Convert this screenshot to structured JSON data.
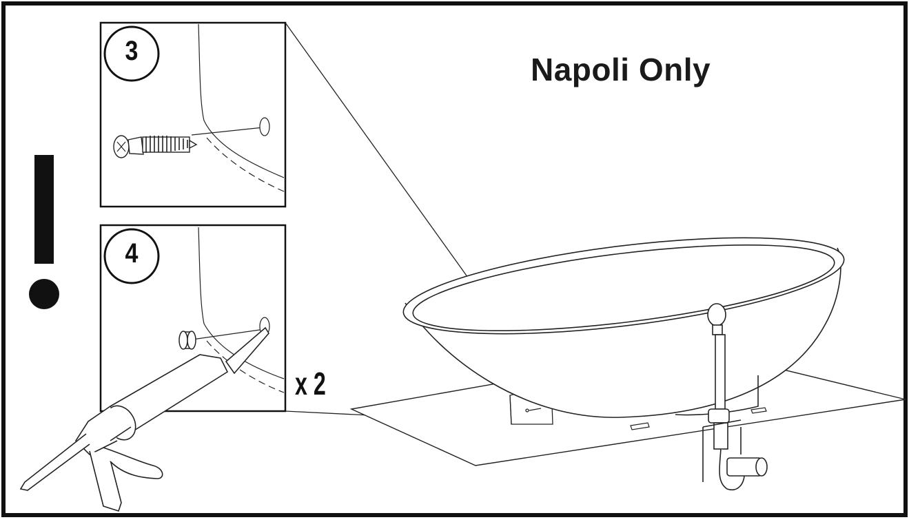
{
  "title": "Napoli Only",
  "steps": [
    {
      "number": "3"
    },
    {
      "number": "4"
    }
  ],
  "quantity": "x 2",
  "icons": {
    "warning": "exclamation-icon",
    "screw": "screw-icon",
    "caulk_gun": "caulk-gun-icon",
    "plug": "plug-icon"
  }
}
